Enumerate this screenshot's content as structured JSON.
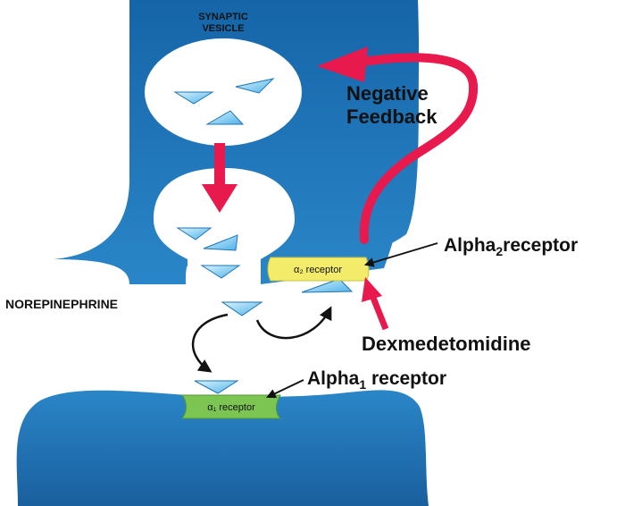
{
  "labels": {
    "synaptic_vesicle_line1": "SYNAPTIC",
    "synaptic_vesicle_line2": "VESICLE",
    "negative_feedback_line1": "Negative",
    "negative_feedback_line2": "Feedback",
    "norepinephrine": "NOREPINEPHRINE",
    "alpha2_receptor_prefix": "Alpha",
    "alpha2_receptor_sub": "2",
    "alpha2_receptor_suffix": "receptor",
    "alpha1_receptor_prefix": "Alpha",
    "alpha1_receptor_sub": "1",
    "alpha1_receptor_suffix": " receptor",
    "dexmedetomidine": "Dexmedetomidine",
    "a2_pad_label": "α₂ receptor",
    "a1_pad_label": "α₁ receptor"
  },
  "colors": {
    "neuron_blue": "#1f6fb0",
    "neuron_blue_light": "#3a8ccc",
    "arrow_pink": "#e8194d",
    "molecule_fill": "#8fd3f5",
    "alpha2_pad": "#f2ec6a",
    "alpha1_pad": "#7cc552"
  }
}
